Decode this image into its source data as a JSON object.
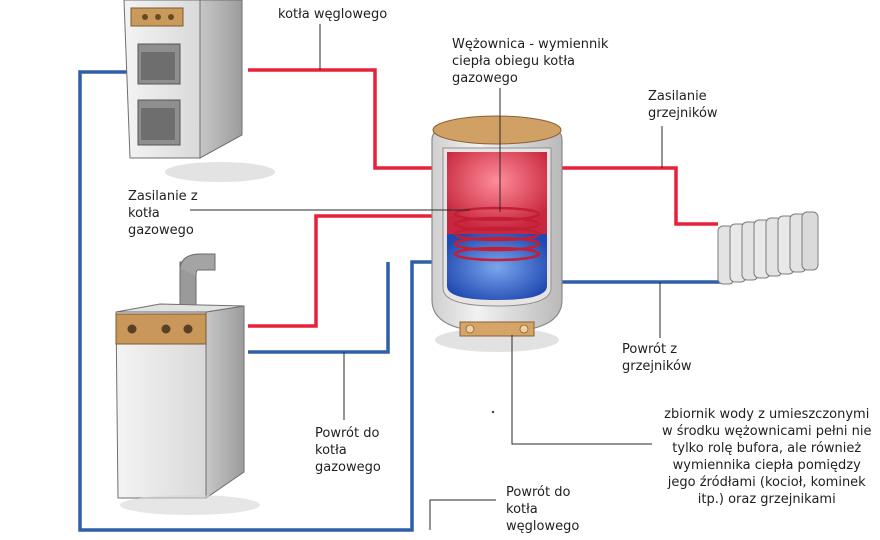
{
  "colors": {
    "supply": "#e8203a",
    "return": "#2f5fa8",
    "leader": "#2a2a2a"
  },
  "icons": {
    "coal_boiler": "coal-boiler-icon",
    "gas_boiler": "gas-boiler-icon",
    "tank": "buffer-tank-icon",
    "radiator": "radiator-icon"
  },
  "labels": {
    "coal_supply": "kotła węglowego",
    "coil": "Wężownica - wymiennik\nciepła obiegu kotła\ngazowego",
    "radiator_supply": "Zasilanie\ngrzejników",
    "gas_supply": "Zasilanie z\nkotła\ngazowego",
    "radiator_return": "Powrót z\ngrzejników",
    "gas_return": "Powrót do\nkotła\ngazowego",
    "coal_return": "Powrót do\nkotła\nwęglowego",
    "tank_desc": "zbiornik wody z umieszczonymi\nw środku wężownicami pełni nie\ntylko rolę bufora, ale również\nwymiennika ciepła pomiędzy\njego źródłami (kocioł, kominek\nitp.) oraz grzejnikami"
  }
}
